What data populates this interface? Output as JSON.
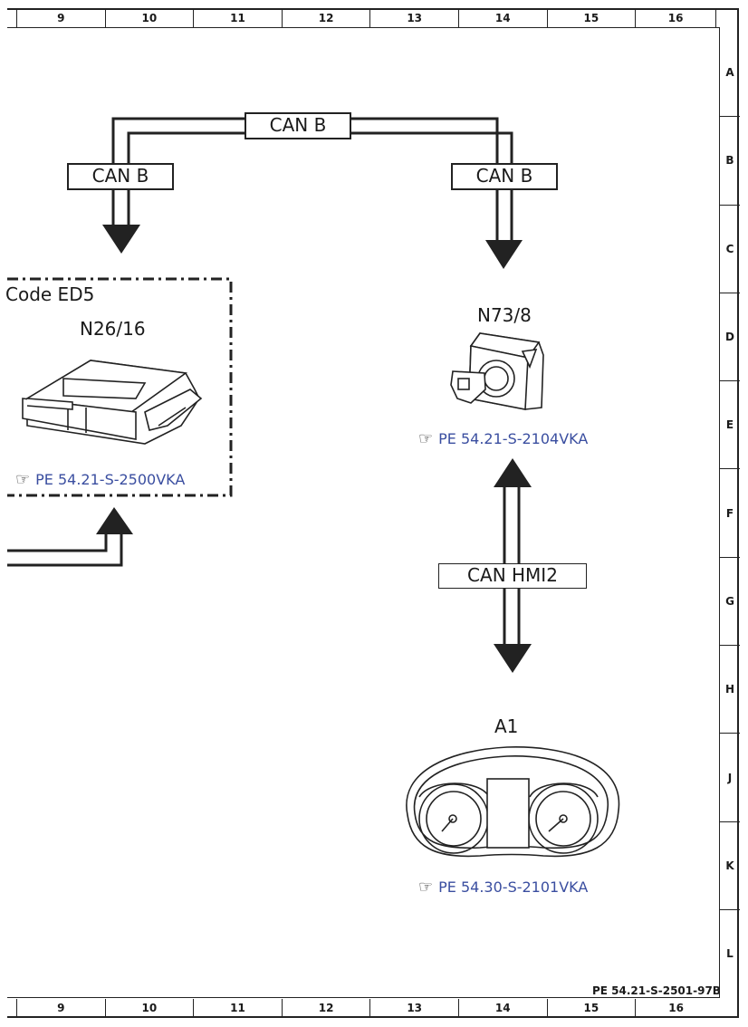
{
  "grid": {
    "columns": [
      "9",
      "10",
      "11",
      "12",
      "13",
      "14",
      "15",
      "16"
    ],
    "rows": [
      "A",
      "B",
      "C",
      "D",
      "E",
      "F",
      "G",
      "H",
      "J",
      "K",
      "L"
    ]
  },
  "labels": {
    "can_b_top": "CAN B",
    "can_b_left": "CAN B",
    "can_b_right": "CAN B",
    "can_hmi2": "CAN HMI2"
  },
  "components": {
    "code_ed5": "Code ED5",
    "n26_16": "N26/16",
    "n73_8": "N73/8",
    "a1": "A1"
  },
  "references": {
    "n26_16_ref": "PE 54.21-S-2500VKA",
    "n73_8_ref": "PE 54.21-S-2104VKA",
    "a1_ref": "PE 54.30-S-2101VKA"
  },
  "doc_ref": "PE 54.21-S-2501-97B",
  "colors": {
    "line": "#222222",
    "reference": "#3a4ea0"
  },
  "icons": [
    "pointing-hand-icon",
    "control-unit-icon",
    "ignition-switch-icon",
    "instrument-cluster-icon"
  ]
}
